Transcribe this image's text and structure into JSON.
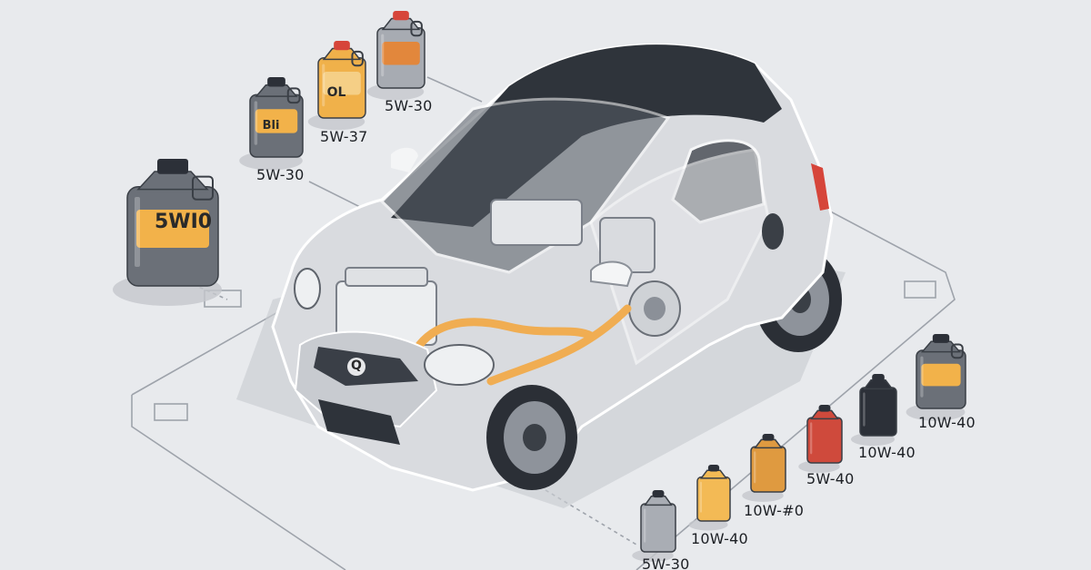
{
  "bottles": [
    {
      "id": "left-big",
      "tag": "5WI0",
      "label": "",
      "body": "#6b7078",
      "band": "#f2b24a"
    },
    {
      "id": "left-mid",
      "tag": "Bli",
      "label": "5W-30",
      "body": "#6b7078",
      "band": "#f2b24a"
    },
    {
      "id": "top-orange",
      "tag": "OL",
      "label": "5W-37",
      "body": "#f0b14a",
      "band": "#f5cf86"
    },
    {
      "id": "top-grey",
      "tag": "",
      "label": "5W-30",
      "body": "#a7abb2",
      "band": "#e2873c"
    },
    {
      "id": "bottom-1",
      "tag": "",
      "label": "5W-30",
      "body": "#a9adb4",
      "band": ""
    },
    {
      "id": "bottom-2",
      "tag": "",
      "label": "10W-40",
      "body": "#f3ba55",
      "band": ""
    },
    {
      "id": "bottom-3",
      "tag": "",
      "label": "10W-#0",
      "body": "#df9a40",
      "band": ""
    },
    {
      "id": "bottom-4",
      "tag": "",
      "label": "5W-40",
      "body": "#cf4a3c",
      "band": ""
    },
    {
      "id": "bottom-5",
      "tag": "",
      "label": "10W-40",
      "body": "#2c3038",
      "band": ""
    },
    {
      "id": "bottom-6",
      "tag": "",
      "label": "10W-40",
      "body": "#6b7078",
      "band": "#f2b24a"
    }
  ],
  "car": {
    "badge": "Q",
    "body_color": "#d9dbdf",
    "roof_color": "#2f343b",
    "accent_color": "#f0ad52"
  }
}
